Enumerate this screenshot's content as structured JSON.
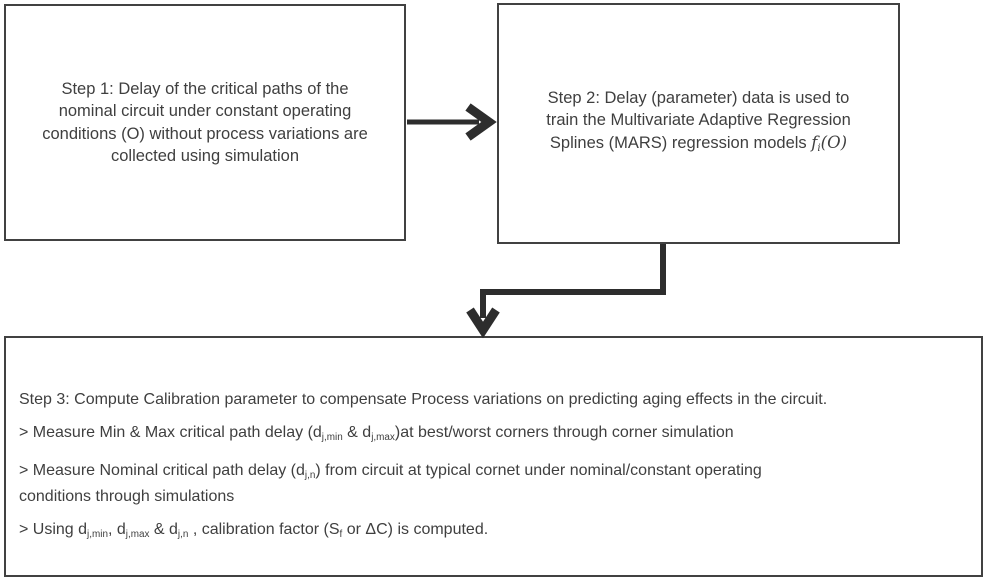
{
  "figure": {
    "step1": {
      "lines": [
        "Step 1: Delay of the critical paths of the",
        "nominal circuit under constant operating",
        "conditions (O) without process variations are",
        "collected using simulation"
      ]
    },
    "step2": {
      "lines": [
        "Step 2: Delay (parameter) data is used to",
        "train the Multivariate Adaptive Regression"
      ],
      "line3": {
        "prefix": "Splines (MARS) regression models ",
        "formula_f": "f",
        "formula_sub": "i",
        "formula_arg": "(O)"
      }
    },
    "step3": {
      "line1": "Step 3: Compute Calibration parameter to compensate Process variations on predicting aging effects in the circuit.",
      "line2": {
        "s0": "> Measure Min & Max critical path delay (d",
        "s1": "j,min",
        "s2": " & d",
        "s3": "j,max",
        "s4": ")at best/worst corners through corner simulation"
      },
      "line3a": {
        "s0": "> Measure Nominal critical path delay (d",
        "s1": "j,n",
        "s2": ") from circuit at typical cornet under nominal/constant operating"
      },
      "line3b": "conditions through simulations",
      "line4": {
        "s0": "> Using d",
        "s1": "j,min",
        "s2": ", d",
        "s3": "j,max",
        "s4": " & d",
        "s5": "j,n",
        "s6": " , calibration factor (S",
        "s7": "f",
        "s8": " or ΔC) is computed."
      }
    }
  },
  "icons": {
    "right_arrow": "arrow-right-icon",
    "elbow_down_arrow": "arrow-elbow-down-icon"
  },
  "colors": {
    "background": "#ffffff",
    "box_border": "#414141",
    "text": "#3f3f3f",
    "arrow": "#2d2d2d"
  }
}
